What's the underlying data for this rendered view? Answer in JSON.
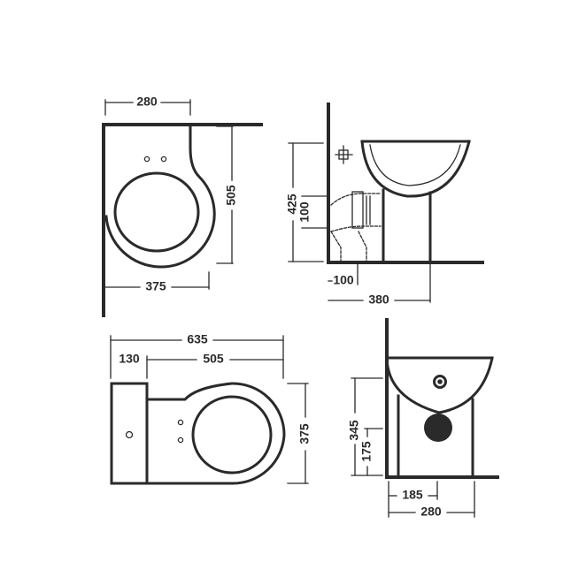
{
  "dimensions": {
    "top_view": {
      "width": "280",
      "depth": "505",
      "rear_offset": "375"
    },
    "side_view": {
      "height": "425",
      "waste_height": "100",
      "waste_offset": "100",
      "projection": "380"
    },
    "plan_view": {
      "overall": "635",
      "cistern": "130",
      "bowl": "505",
      "width": "375"
    },
    "front_view": {
      "height": "345",
      "waste_height": "175",
      "waste_offset": "185",
      "width": "280"
    }
  }
}
